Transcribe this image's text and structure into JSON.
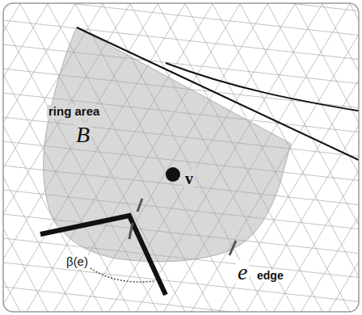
{
  "diagram": {
    "labels": [
      "ring area",
      "B",
      "v",
      "β(e)",
      "e",
      "edge"
    ]
  }
}
